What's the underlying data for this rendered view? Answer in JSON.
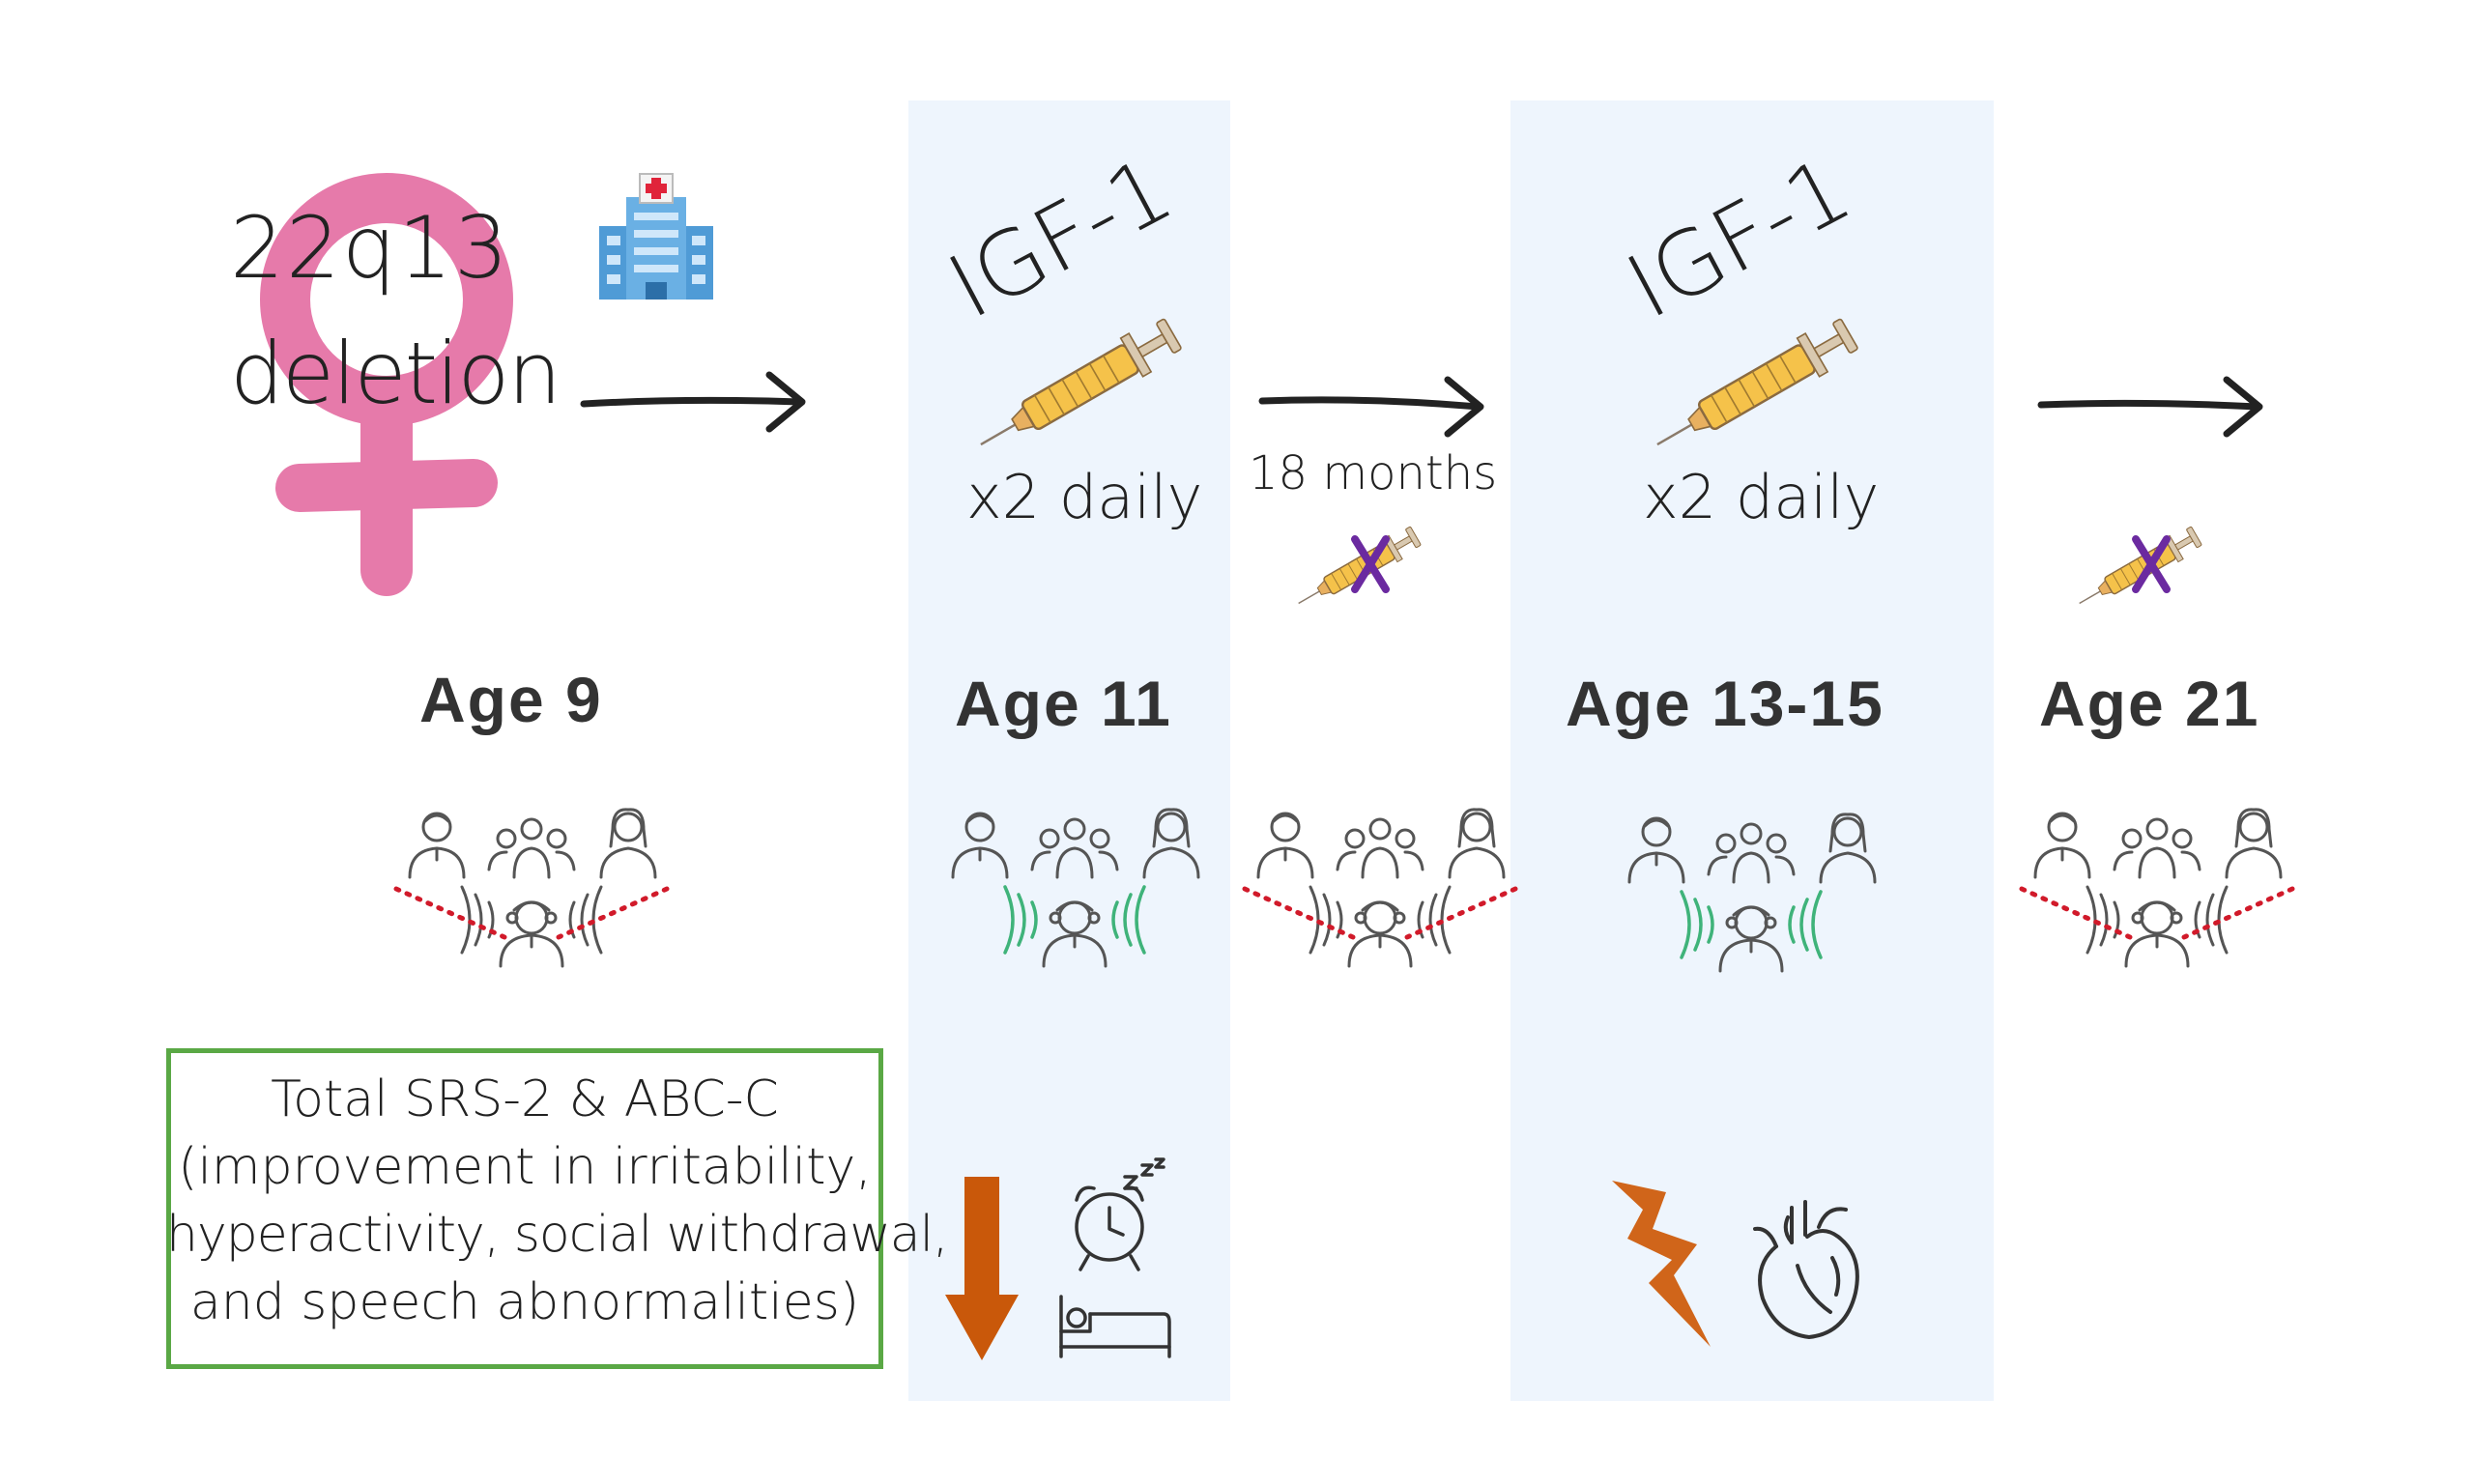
{
  "colors": {
    "panel_bg": "#eef5fd",
    "female_symbol": "#e46fa3",
    "arrow": "#222222",
    "dotted_cross": "#d11a2a",
    "signal_green": "#3fb37a",
    "down_arrow": "#c9580a",
    "lightning": "#d0651a",
    "box_border": "#5aa845",
    "syringe_cross": "#6b2aa0"
  },
  "stage_age9": {
    "genetic_label_line1": "22q13",
    "genetic_label_line2": "deletion",
    "icons": [
      "female-symbol-icon",
      "hospital-icon"
    ],
    "age_label": "Age 9",
    "social_state": "impaired"
  },
  "stage_age11": {
    "drug_label": "IGF-1",
    "dose_label": "x2 daily",
    "age_label": "Age 11",
    "social_state": "improved",
    "icons": [
      "syringe-icon",
      "down-arrow-icon",
      "alarm-clock-icon",
      "bed-icon"
    ]
  },
  "gap_1": {
    "duration_label": "18 months",
    "icons": [
      "syringe-crossed-icon"
    ],
    "social_state": "impaired"
  },
  "stage_age13_15": {
    "drug_label": "IGF-1",
    "dose_label": "x2 daily",
    "age_label": "Age 13-15",
    "social_state": "improved",
    "icons": [
      "syringe-icon",
      "lightning-icon",
      "heart-icon"
    ]
  },
  "stage_age21": {
    "age_label": "Age 21",
    "social_state": "impaired",
    "icons": [
      "syringe-crossed-icon"
    ]
  },
  "outcome_box": {
    "line1": "Total SRS-2 & ABC-C",
    "line2": "(improvement in irritability,",
    "line3": "hyperactivity, social withdrawal,",
    "line4": "and speech abnormalities)"
  }
}
